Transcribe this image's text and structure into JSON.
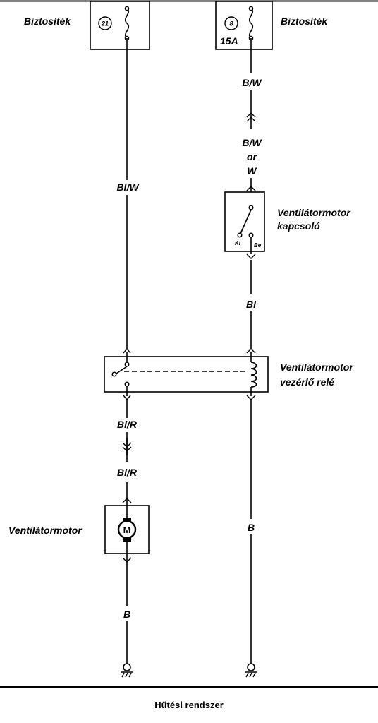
{
  "fuses": [
    {
      "label": "Biztosíték",
      "number": "21",
      "rating": ""
    },
    {
      "label": "Biztosíték",
      "number": "8",
      "rating": "15A"
    }
  ],
  "wires": {
    "left_top": "Bl/W",
    "left_mid_upper": "Bl/R",
    "left_mid_lower": "Bl/R",
    "left_bottom": "B",
    "right_top": "B/W",
    "right_alt_1": "B/W",
    "right_alt_or": "or",
    "right_alt_2": "W",
    "right_mid": "Bl",
    "right_bottom": "B"
  },
  "components": {
    "switch": {
      "name_line1": "Ventilátormotor",
      "name_line2": "kapcsoló",
      "pos_off": "Ki",
      "pos_on": "Be"
    },
    "relay": {
      "name_line1": "Ventilátormotor",
      "name_line2": "vezérlő relé"
    },
    "motor": {
      "name": "Ventilátormotor",
      "symbol": "M"
    }
  },
  "caption": "Hűtési rendszer"
}
